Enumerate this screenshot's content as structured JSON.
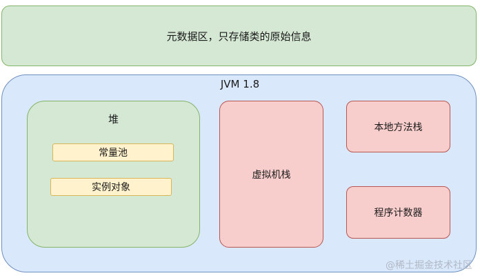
{
  "metadata_box": {
    "label": "元数据区，只存储类的原始信息"
  },
  "jvm": {
    "title": "JVM 1.8",
    "heap": {
      "title": "堆",
      "items": [
        "常量池",
        "实例对象"
      ]
    },
    "vm_stack": {
      "label": "虚拟机栈"
    },
    "native_stack": {
      "label": "本地方法栈"
    },
    "program_counter": {
      "label": "程序计数器"
    }
  },
  "watermark": {
    "text": "@稀土掘金技术社区"
  },
  "colors": {
    "green_fill": "#d5e8d4",
    "green_stroke": "#82b366",
    "blue_fill": "#dae8fc",
    "blue_stroke": "#6c8ebf",
    "yellow_fill": "#fff2cc",
    "yellow_stroke": "#d6b656",
    "red_fill": "#f8cecc",
    "red_stroke": "#b85450"
  }
}
